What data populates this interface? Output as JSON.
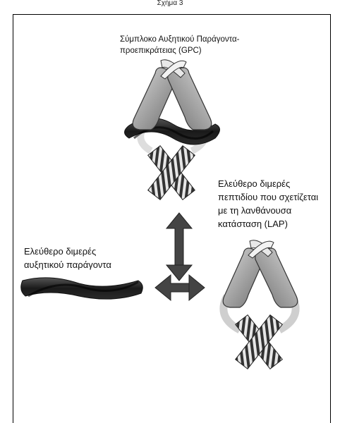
{
  "figure_title": "Σχήμα 3",
  "labels": {
    "gpc": [
      "Σύμπλοκο Αυξητικού Παράγοντα-",
      "προεπικράτειας (GPC)"
    ],
    "lap": [
      "Ελεύθερο διμερές",
      "πεπτιδίου που σχετίζεται",
      "με τη λανθάνουσα",
      "κατάσταση (LAP)"
    ],
    "free_gf": [
      "Ελεύθερο διμερές",
      "αυξητικού παράγοντα"
    ]
  },
  "colors": {
    "border": "#000000",
    "dark_dimer": "#1a1a1a",
    "lobe_light": "#cfcfcf",
    "lobe_dark": "#777777",
    "arrow": "#444444",
    "stripe_dark": "#333333",
    "stripe_light": "#e6e6e6"
  }
}
